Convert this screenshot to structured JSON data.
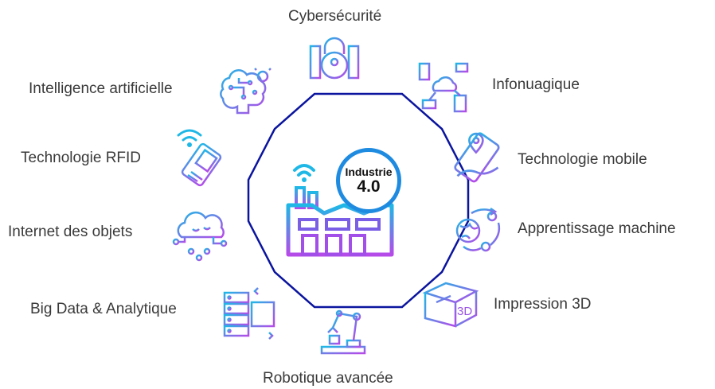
{
  "center": {
    "badge_line1": "Industrie",
    "badge_line2": "4.0",
    "icon": "smart-factory-icon"
  },
  "topics": [
    {
      "id": "cybersecurite",
      "label": "Cybersécurité",
      "icon": "padlock-server-icon"
    },
    {
      "id": "infonuagique",
      "label": "Infonuagique",
      "icon": "cloud-network-icon"
    },
    {
      "id": "technologie-mobile",
      "label": "Technologie mobile",
      "icon": "mobile-location-icon"
    },
    {
      "id": "apprentissage-machine",
      "label": "Apprentissage machine",
      "icon": "globe-cycle-icon"
    },
    {
      "id": "impression-3d",
      "label": "Impression 3D",
      "icon": "3d-box-icon"
    },
    {
      "id": "robotique-avancee",
      "label": "Robotique avancée",
      "icon": "robot-arm-icon"
    },
    {
      "id": "big-data",
      "label": "Big Data & Analytique",
      "icon": "database-servers-icon"
    },
    {
      "id": "internet-des-objets",
      "label": "Internet des objets",
      "icon": "cloud-circuit-icon"
    },
    {
      "id": "technologie-rfid",
      "label": "Technologie RFID",
      "icon": "rfid-card-icon"
    },
    {
      "id": "intelligence-artificielle",
      "label": "Intelligence artificielle",
      "icon": "brain-bulb-icon"
    }
  ],
  "colors": {
    "octagon_stroke": "#0a149e",
    "gradient_start": "#1fb8e6",
    "gradient_end": "#b64ae8",
    "badge_ring": "#1f8be0",
    "label_text": "#3a3a3a"
  }
}
